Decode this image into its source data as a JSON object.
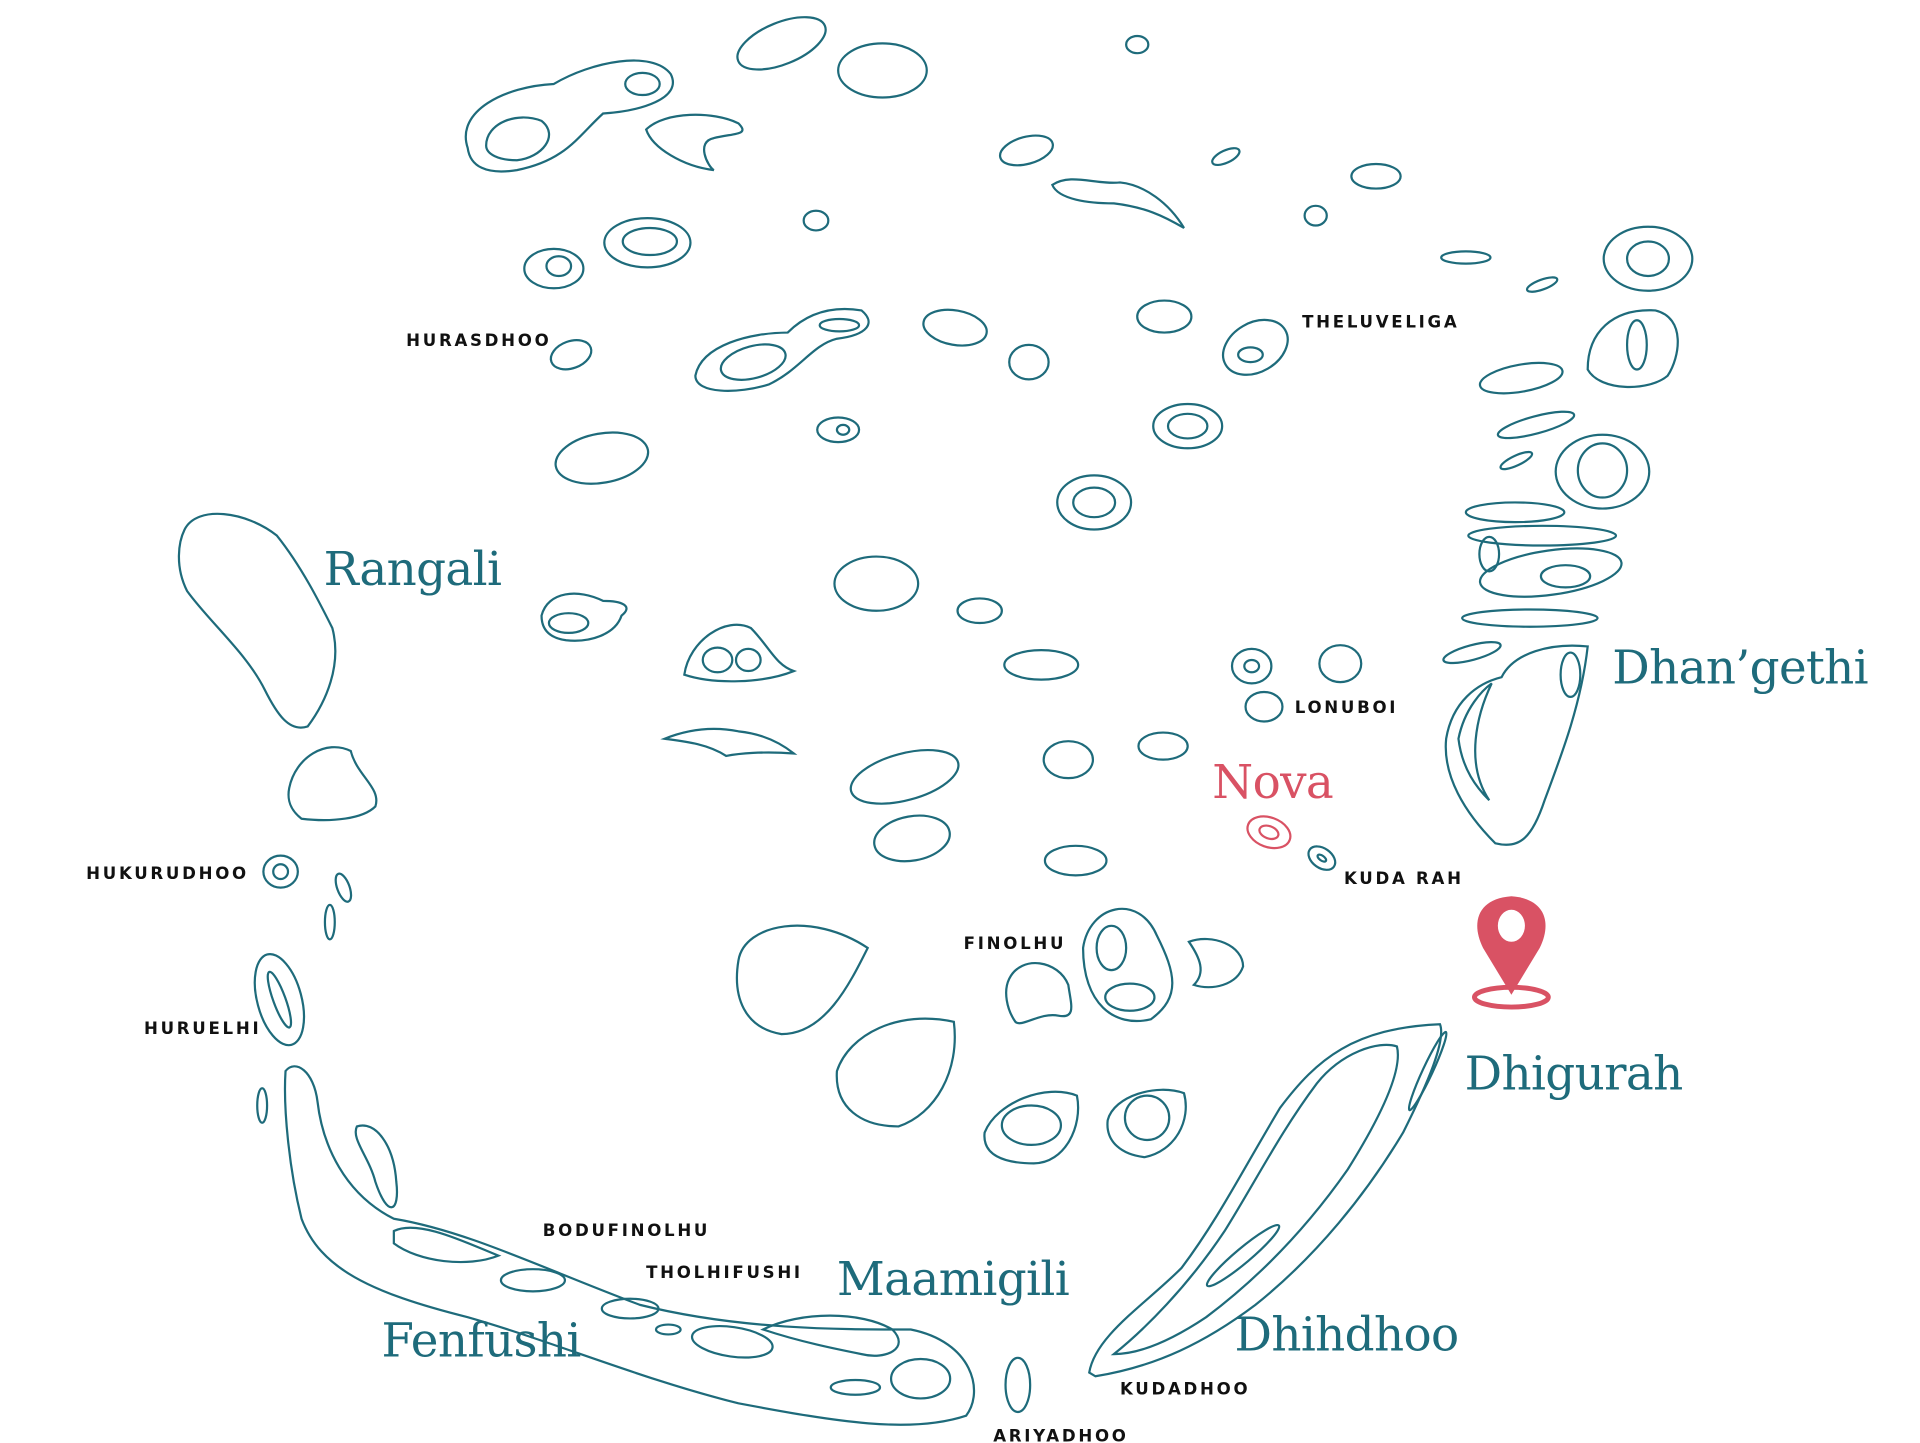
{
  "colors": {
    "island_outline": "#1e6b7b",
    "highlight": "#d95264",
    "label": "#111111"
  },
  "atoll_labels": {
    "rangali": "Rangali",
    "dhangethi": "Dhan’gethi",
    "nova": "Nova",
    "dhigurah": "Dhigurah",
    "maamigili": "Maamigili",
    "dhihdhoo": "Dhihdhoo",
    "fenfushi": "Fenfushi"
  },
  "island_labels": {
    "hurasdhoo": "HURASDHOO",
    "theluveliga": "THELUVELIGA",
    "lonuboi": "LONUBOI",
    "kuda_rah": "KUDA RAH",
    "hukurudhoo": "HUKURUDHOO",
    "finolhu": "FINOLHU",
    "huruelhi": "HURUELHI",
    "bodufinolhu": "BODUFINOLHU",
    "tholhifushi": "THOLHIFUSHI",
    "kudadhoo": "KUDADHOO",
    "ariyadhoo": "ARIYADHOO"
  },
  "marker": {
    "icon": "map-pin-icon",
    "location": "Dhigurah"
  }
}
